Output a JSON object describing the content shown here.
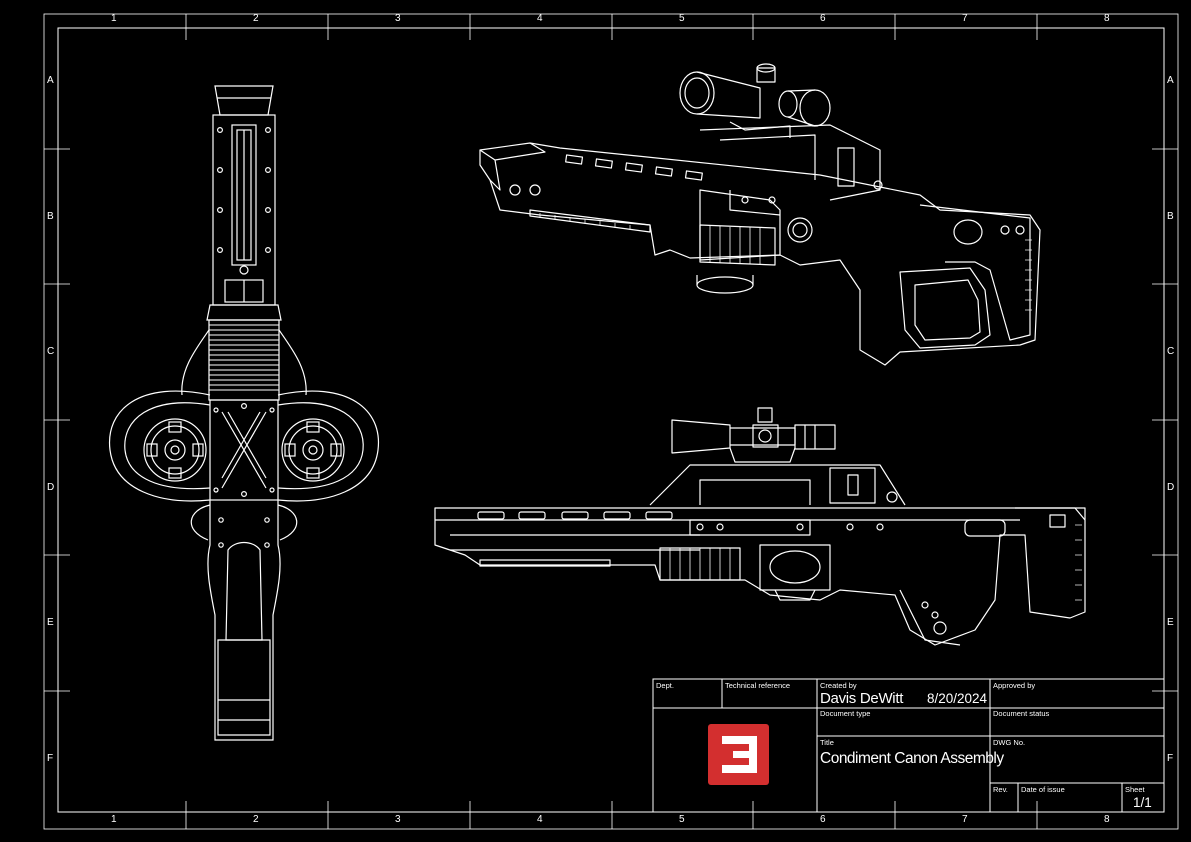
{
  "border": {
    "columns": [
      "1",
      "2",
      "3",
      "4",
      "5",
      "6",
      "7",
      "8"
    ],
    "rows": [
      "A",
      "B",
      "C",
      "D",
      "E",
      "F"
    ]
  },
  "title_block": {
    "dept_label": "Dept.",
    "technical_reference_label": "Technical reference",
    "created_by_label": "Created by",
    "created_by": "Davis DeWitt",
    "created_date": "8/20/2024",
    "approved_by_label": "Approved by",
    "document_type_label": "Document type",
    "document_status_label": "Document status",
    "title_label": "Title",
    "title": "Condiment Canon Assembly",
    "dwg_no_label": "DWG No.",
    "rev_label": "Rev.",
    "date_of_issue_label": "Date of issue",
    "sheet_label": "Sheet",
    "sheet": "1/1"
  },
  "logo": {
    "color": "#d32f2f",
    "icon": "company-logo-icon"
  },
  "colors": {
    "background": "#000000",
    "line": "#ffffff"
  }
}
